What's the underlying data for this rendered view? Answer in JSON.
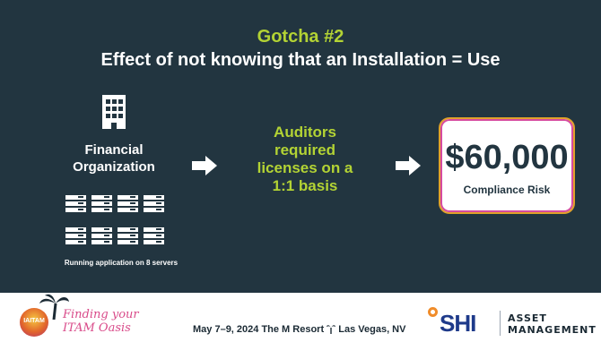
{
  "slide": {
    "title_line1": "Gotcha #2",
    "title_line2": "Effect of not knowing that an Installation = Use",
    "left": {
      "label_line1": "Financial",
      "label_line2": "Organization",
      "servers_caption": "Running application on 8 servers",
      "server_count": 8
    },
    "middle": {
      "line1": "Auditors",
      "line2": "required",
      "line3": "licenses on a",
      "line4": "1:1 basis"
    },
    "right": {
      "amount": "$60,000",
      "label": "Compliance Risk"
    },
    "icons": [
      "building-icon",
      "server-icon",
      "arrow-right-icon"
    ],
    "colors": {
      "background": "#223540",
      "accent_green": "#b3d334",
      "white": "#ffffff"
    }
  },
  "footer": {
    "badge_text": "IAITAM",
    "brand_line1": "Finding your",
    "brand_line2": "ITAM Oasis",
    "event_text": "May 7–9, 2024  The M Resort",
    "event_location": "Las Vegas, NV",
    "shi_text": "SHI",
    "asset_line1": "ASSET",
    "asset_line2": "MANAGEMENT"
  }
}
